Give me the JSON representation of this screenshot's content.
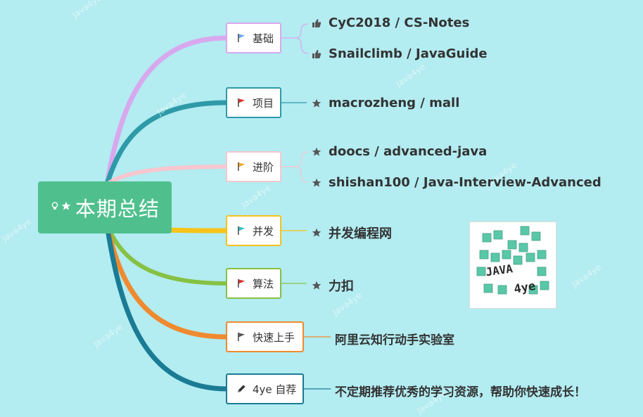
{
  "root": {
    "label": "本期总结",
    "icons": [
      "lightbulb-icon",
      "star-icon"
    ]
  },
  "branches": [
    {
      "label": "基础",
      "flag_color": "#6aa6e8",
      "line_color": "#d8a8ee",
      "border_color": "#d8a8ee"
    },
    {
      "label": "项目",
      "flag_color": "#e03030",
      "line_color": "#2e9aa8",
      "border_color": "#2e9aa8"
    },
    {
      "label": "进阶",
      "flag_color": "#f5a623",
      "line_color": "#f7c6cf",
      "border_color": "#f7c6cf"
    },
    {
      "label": "并发",
      "flag_color": "#2ec4c4",
      "line_color": "#f7c31a",
      "border_color": "#f7c31a"
    },
    {
      "label": "算法",
      "flag_color": "#e03030",
      "line_color": "#86c143",
      "border_color": "#86c143"
    },
    {
      "label": "快速上手",
      "flag_color": "#555555",
      "line_color": "#f08a2e",
      "border_color": "#f08a2e"
    },
    {
      "label": "4ye 自荐",
      "flag_color": "#333333",
      "line_color": "#1a7c94",
      "border_color": "#1a7c94"
    }
  ],
  "leaves": {
    "jichu_1": "CyC2018 / CS-Notes",
    "jichu_2": "Snailclimb / JavaGuide",
    "xiangmu_1": "macrozheng / mall",
    "jinjie_1": "doocs / advanced-java",
    "jinjie_2": "shishan100 / Java-Interview-Advanced",
    "bingfa_1": "并发编程网",
    "suanfa_1": "力扣",
    "kuaisu_1": "阿里云知行动手实验室",
    "ziJian_1": "不定期推荐优秀的学习资源，帮助你快速成长！"
  },
  "watermark": "Java4ye",
  "logo": {
    "text_top": "JAVA",
    "text_bottom": "4ye",
    "color": "#3dbf9a"
  }
}
